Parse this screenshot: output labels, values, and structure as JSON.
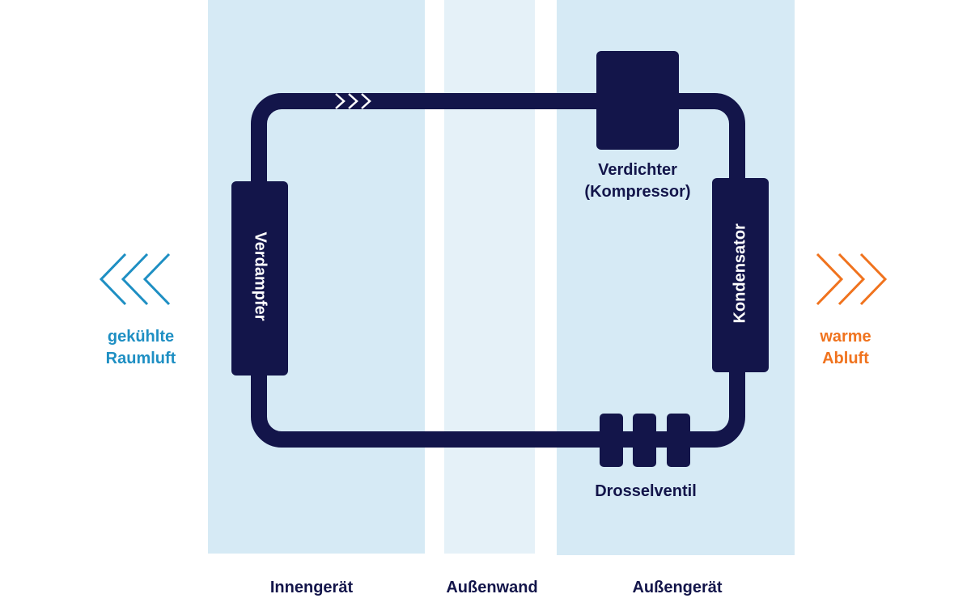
{
  "zones": {
    "inner": "Innengerät",
    "wall": "Außenwand",
    "outer": "Außengerät"
  },
  "components": {
    "evaporator": "Verdampfer",
    "condenser": "Kondensator",
    "compressor_line1": "Verdichter",
    "compressor_line2": "(Kompressor)",
    "throttle": "Drosselventil"
  },
  "airflow": {
    "cool_line1": "gekühlte",
    "cool_line2": "Raumluft",
    "warm_line1": "warme",
    "warm_line2": "Abluft"
  },
  "colors": {
    "pipe": "#13154a",
    "cool": "#1e8fc3",
    "warm": "#f0731e",
    "zone": "#d6eaf5",
    "wall": "#e5f1f8"
  },
  "icons": {
    "cool_arrows": "chevrons-left-icon",
    "warm_arrows": "chevrons-right-icon",
    "flow_arrows": "chevrons-right-icon"
  }
}
